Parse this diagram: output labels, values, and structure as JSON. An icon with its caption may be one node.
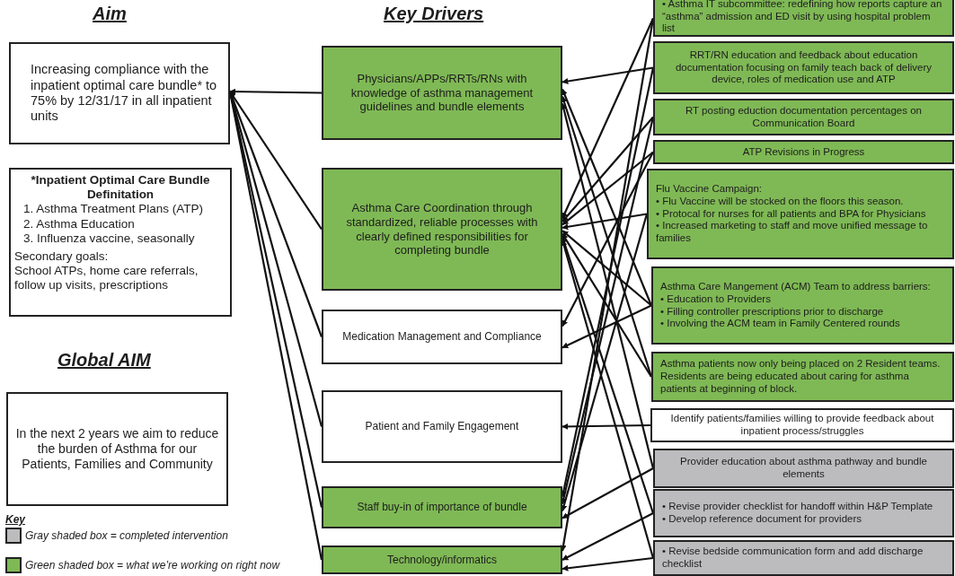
{
  "diagram": {
    "nodes": [
      {
        "text": [
          "Increasing compliance with the inpatient optimal care bundle* to 75% by 12/31/17 in all inpatient units"
        ]
      },
      {
        "text": [
          "*Inpatient Optimal Care Bundle Definitation",
          "1. Asthma Treatment Plans (ATP)",
          "2. Asthma Education",
          "3. Influenza vaccine, seasonally",
          "Secondary goals:",
          "School ATPs, home care referrals, follow up visits, prescriptions"
        ]
      },
      {
        "text": [
          "In the next 2 years we aim to reduce the burden of Asthma for our Patients, Families and Community"
        ]
      },
      {
        "text": [
          "Physicians/APPs/RRTs/RNs with knowledge of asthma management guidelines and bundle elements"
        ]
      },
      {
        "text": [
          "Asthma Care Coordination through standardized, reliable processes with clearly defined responsibilities for completing bundle"
        ]
      },
      {
        "text": [
          "Medication Management and Compliance"
        ]
      },
      {
        "text": [
          "Patient and Family Engagement"
        ]
      },
      {
        "text": [
          "Staff buy-in of importance of bundle"
        ]
      },
      {
        "text": [
          "Technology/informatics"
        ]
      },
      {
        "text": [
          "• Asthma IT subcommittee: redefining how reports capture an “asthma” admission and ED visit by using hospital problem list"
        ]
      },
      {
        "text": [
          "RRT/RN education and feedback about education documentation focusing on family teach back of delivery device, roles of medication use and ATP"
        ]
      },
      {
        "text": [
          "RT posting eduction documentation percentages on Communication Board"
        ]
      },
      {
        "text": [
          "ATP Revisions in Progress"
        ]
      },
      {
        "text": [
          "Flu Vaccine Campaign:",
          "• Flu Vaccine will be stocked on the floors this season.",
          "• Protocal for nurses for all patients and BPA for Physicians",
          "• Increased marketing to staff and move unified message to families"
        ]
      },
      {
        "text": [
          "Asthma Care Mangement (ACM) Team to address barriers:",
          "• Education to Providers",
          "• Filling controller prescriptions prior to discharge",
          "• Involving the ACM team in Family Centered rounds"
        ]
      },
      {
        "text": [
          "Asthma patients now only being placed on 2 Resident teams. Residents are being educated about caring for asthma patients at beginning of block."
        ]
      },
      {
        "text": [
          "Identify patients/families willing to provide feedback about inpatient process/struggles"
        ]
      },
      {
        "text": [
          "Provider education about asthma pathway and bundle elements"
        ]
      },
      {
        "text": [
          "• Revise provider checklist for handoff within H&P Template",
          "• Develop reference document for providers"
        ]
      },
      {
        "text": [
          "• Revise bedside communication form and add discharge checklist"
        ]
      }
    ],
    "edges": [
      {
        "from": 3,
        "to": 0,
        "arrow": "to"
      },
      {
        "from": 4,
        "to": 0,
        "arrow": "to"
      },
      {
        "from": 5,
        "to": 0,
        "arrow": "to"
      },
      {
        "from": 6,
        "to": 0,
        "arrow": "to"
      },
      {
        "from": 7,
        "to": 0,
        "arrow": "to"
      },
      {
        "from": 8,
        "to": 0,
        "arrow": "to"
      },
      {
        "from": 9,
        "to": 4,
        "arrow": "to"
      },
      {
        "from": 9,
        "to": 8,
        "arrow": "to"
      },
      {
        "from": 10,
        "to": 3,
        "arrow": "to"
      },
      {
        "from": 10,
        "to": 7,
        "arrow": "to"
      },
      {
        "from": 11,
        "to": 4,
        "arrow": "to"
      },
      {
        "from": 11,
        "to": 7,
        "arrow": "to"
      },
      {
        "from": 12,
        "to": 4,
        "arrow": "to"
      },
      {
        "from": 12,
        "to": 5,
        "arrow": "to"
      },
      {
        "from": 13,
        "to": 4,
        "arrow": "to"
      },
      {
        "from": 13,
        "to": 7,
        "arrow": "to"
      },
      {
        "from": 14,
        "to": 3,
        "arrow": "to"
      },
      {
        "from": 14,
        "to": 4,
        "arrow": "to"
      },
      {
        "from": 14,
        "to": 5,
        "arrow": "to"
      },
      {
        "from": 15,
        "to": 3,
        "arrow": "to"
      },
      {
        "from": 15,
        "to": 4,
        "arrow": "to"
      },
      {
        "from": 16,
        "to": 6,
        "arrow": "to"
      },
      {
        "from": 17,
        "to": 3,
        "arrow": "to"
      },
      {
        "from": 17,
        "to": 7,
        "arrow": "to"
      },
      {
        "from": 18,
        "to": 4,
        "arrow": "to"
      },
      {
        "from": 18,
        "to": 8,
        "arrow": "to"
      },
      {
        "from": 19,
        "to": 4,
        "arrow": "to"
      },
      {
        "from": 19,
        "to": 8,
        "arrow": "to"
      }
    ],
    "labels": [
      "Aim",
      "Key Drivers",
      "Global AIM",
      "Key"
    ],
    "legend": [
      {
        "text": "Gray shaded box = completed intervention",
        "color": "#bcbcbe"
      },
      {
        "text": "Green shaded box = what we’re working on right now",
        "color": "#7fb955"
      }
    ]
  }
}
